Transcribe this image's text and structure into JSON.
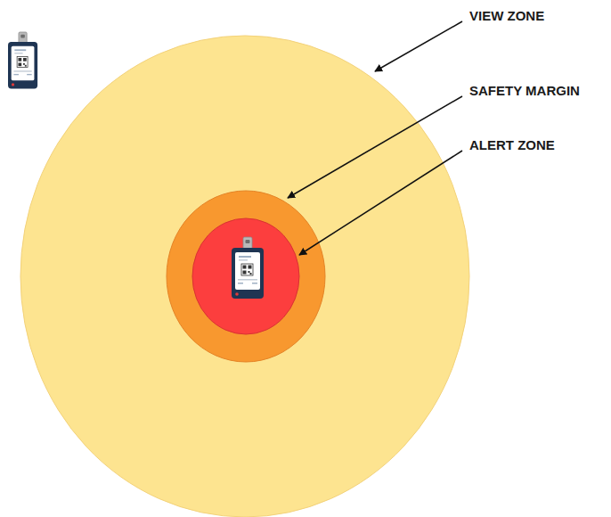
{
  "diagram": {
    "labels": [
      "VIEW ZONE",
      "SAFETY MARGIN",
      "ALERT ZONE"
    ]
  }
}
